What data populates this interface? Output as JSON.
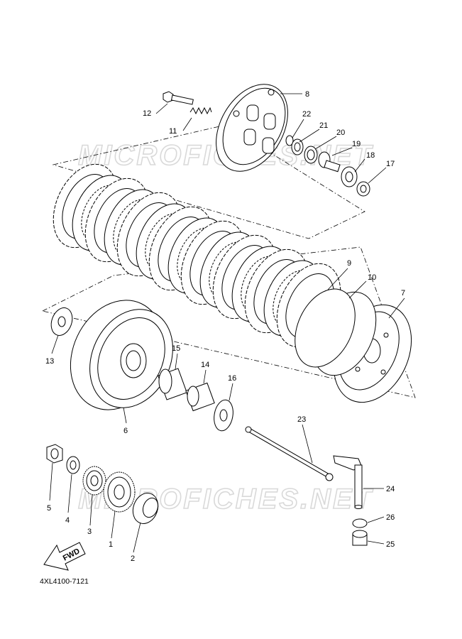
{
  "diagram": {
    "code": "4XL4100-7121",
    "watermarks": [
      "MICROFICHES.NET",
      "MICROFICHES.NET"
    ],
    "fwd_label": "FWD",
    "labels": {
      "p1": "1",
      "p2": "2",
      "p3": "3",
      "p4": "4",
      "p5": "5",
      "p6": "6",
      "p7": "7",
      "p8": "8",
      "p9": "9",
      "p10": "10",
      "p11": "11",
      "p12": "12",
      "p13": "13",
      "p14": "14",
      "p15": "15",
      "p16": "16",
      "p17": "17",
      "p18": "18",
      "p19": "19",
      "p20": "20",
      "p21": "21",
      "p22": "22",
      "p23": "23",
      "p24": "24",
      "p25": "25",
      "p26": "26"
    }
  }
}
